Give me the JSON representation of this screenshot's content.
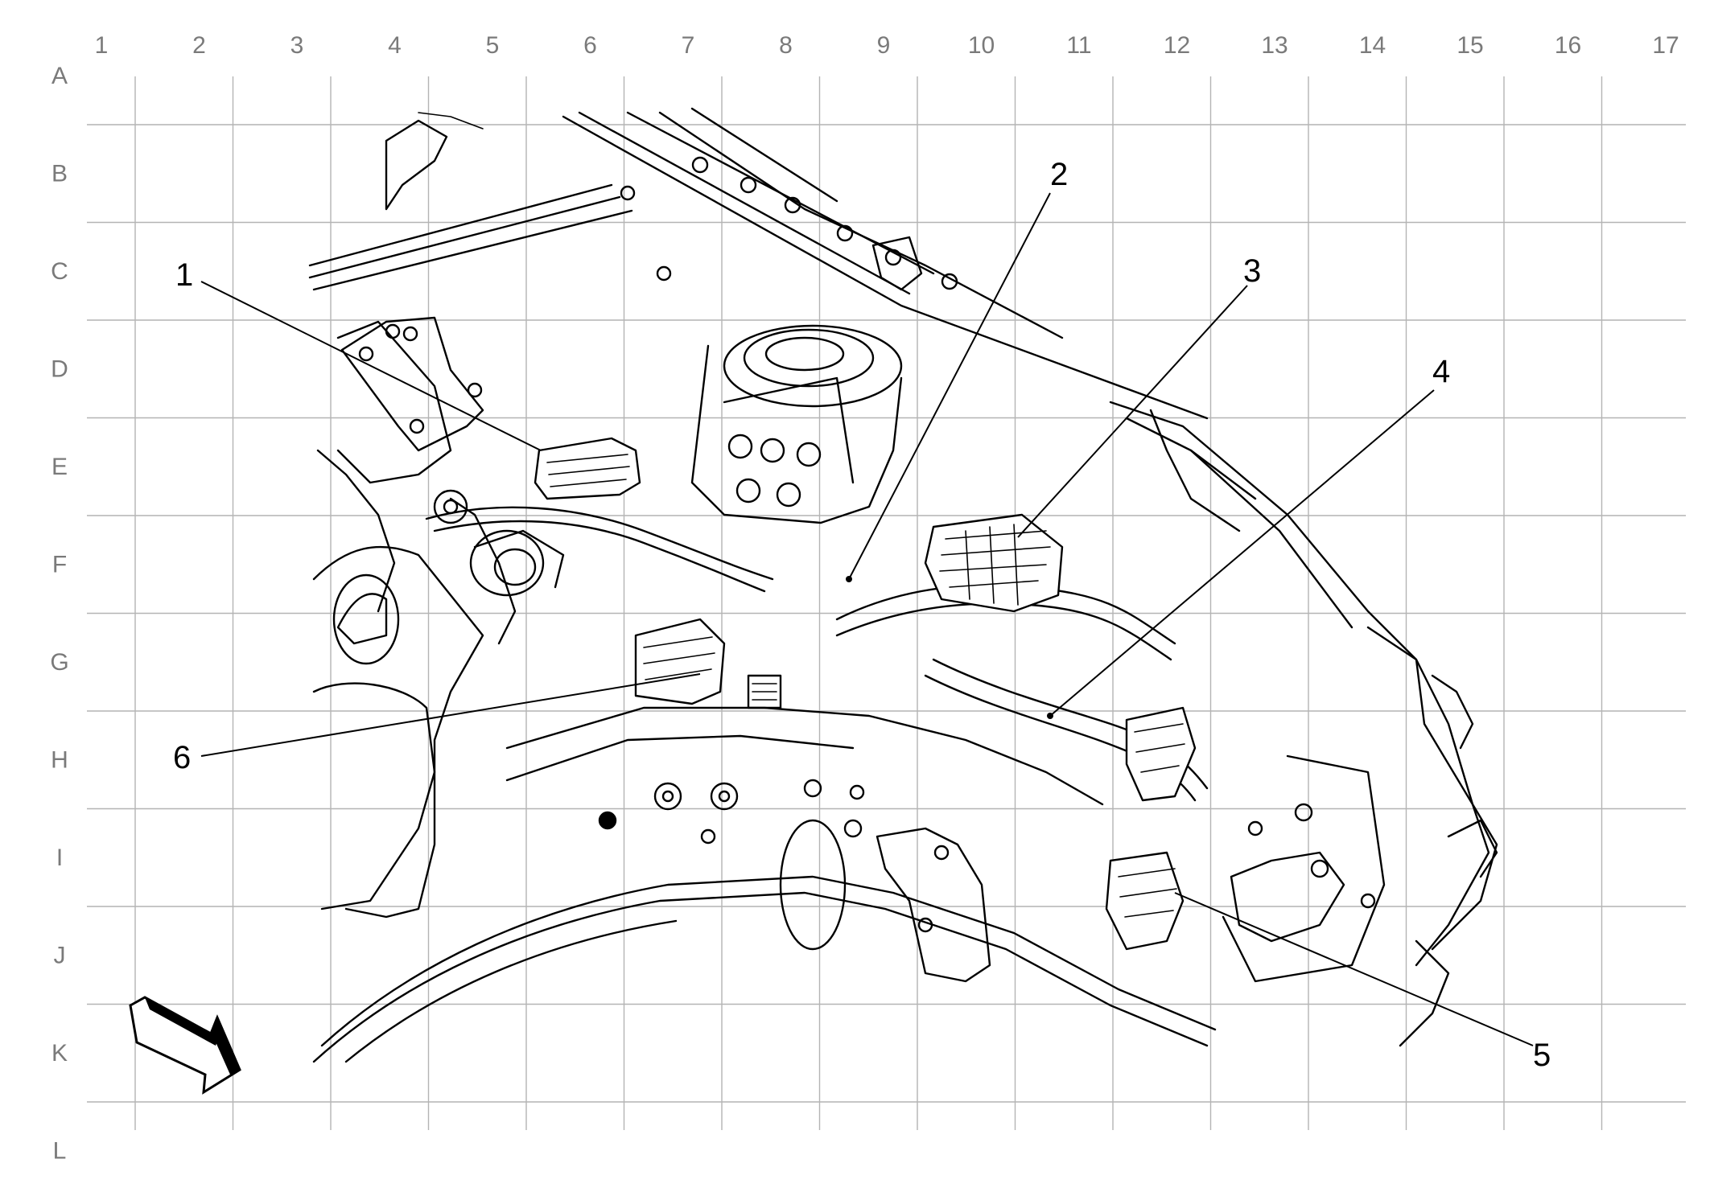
{
  "grid": {
    "columns": [
      "1",
      "2",
      "3",
      "4",
      "5",
      "6",
      "7",
      "8",
      "9",
      "10",
      "11",
      "12",
      "13",
      "14",
      "15",
      "16",
      "17"
    ],
    "rows": [
      "A",
      "B",
      "C",
      "D",
      "E",
      "F",
      "G",
      "H",
      "I",
      "J",
      "K",
      "L"
    ]
  },
  "callouts": [
    "1",
    "2",
    "3",
    "4",
    "5",
    "6"
  ],
  "icons": {
    "orientation_arrow": "view-direction-arrow-icon"
  }
}
